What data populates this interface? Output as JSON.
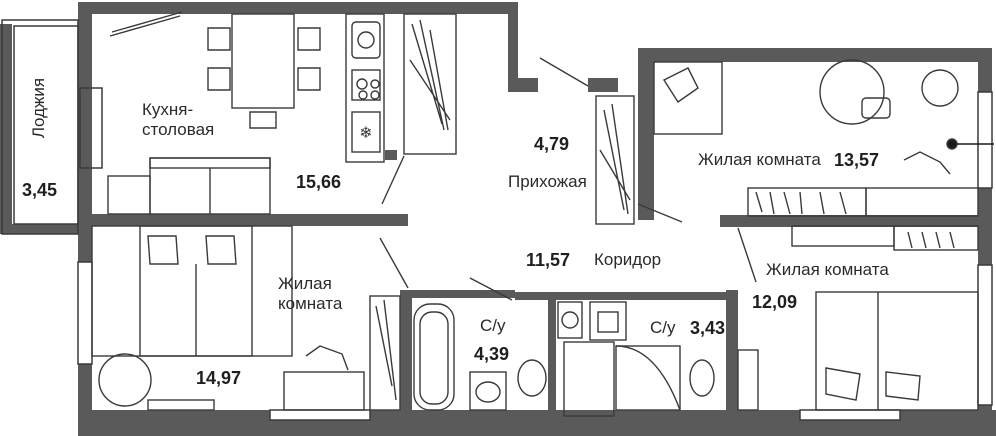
{
  "rooms": {
    "loggia": {
      "label": "Лоджия",
      "area": "3,45"
    },
    "kitchen": {
      "label": "Кухня-\nстоловая",
      "area": "15,66"
    },
    "hallway": {
      "label": "Прихожая",
      "area": "4,79"
    },
    "bedroom_top_right": {
      "label": "Жилая комната",
      "area": "13,57"
    },
    "corridor": {
      "label": "Коридор",
      "area": "11,57"
    },
    "bedroom_left": {
      "label": "Жилая\nкомната",
      "area": "14,97"
    },
    "bathroom_1": {
      "label": "С/у",
      "area": "4,39"
    },
    "bathroom_2": {
      "label": "С/у",
      "area": "3,43"
    },
    "bedroom_bottom_right": {
      "label": "Жилая комната",
      "area": "12,09"
    }
  },
  "colors": {
    "wall": "#5a5a5a",
    "line": "#3a3a3a",
    "background": "#ffffff"
  }
}
